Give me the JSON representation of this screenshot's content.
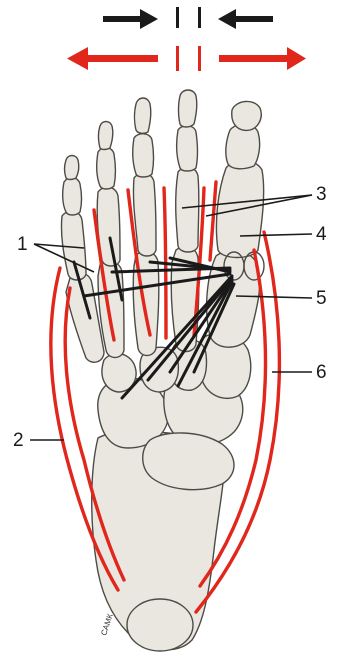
{
  "labels": {
    "l1": "1",
    "l2": "2",
    "l3": "3",
    "l4": "4",
    "l5": "5",
    "l6": "6"
  },
  "signature": "САМК",
  "colors": {
    "muscle": "#e1261c",
    "tendon": "#1a1a1a",
    "bone_fill": "#e9e7df",
    "bone_stroke": "#4d4b46",
    "arrow_black": "#1a1a1a",
    "arrow_red": "#e1261c"
  },
  "icons": {
    "top_left": "arrow-right-icon",
    "top_right": "arrow-left-icon",
    "bottom_left": "arrow-left-icon",
    "bottom_right": "arrow-right-icon"
  }
}
